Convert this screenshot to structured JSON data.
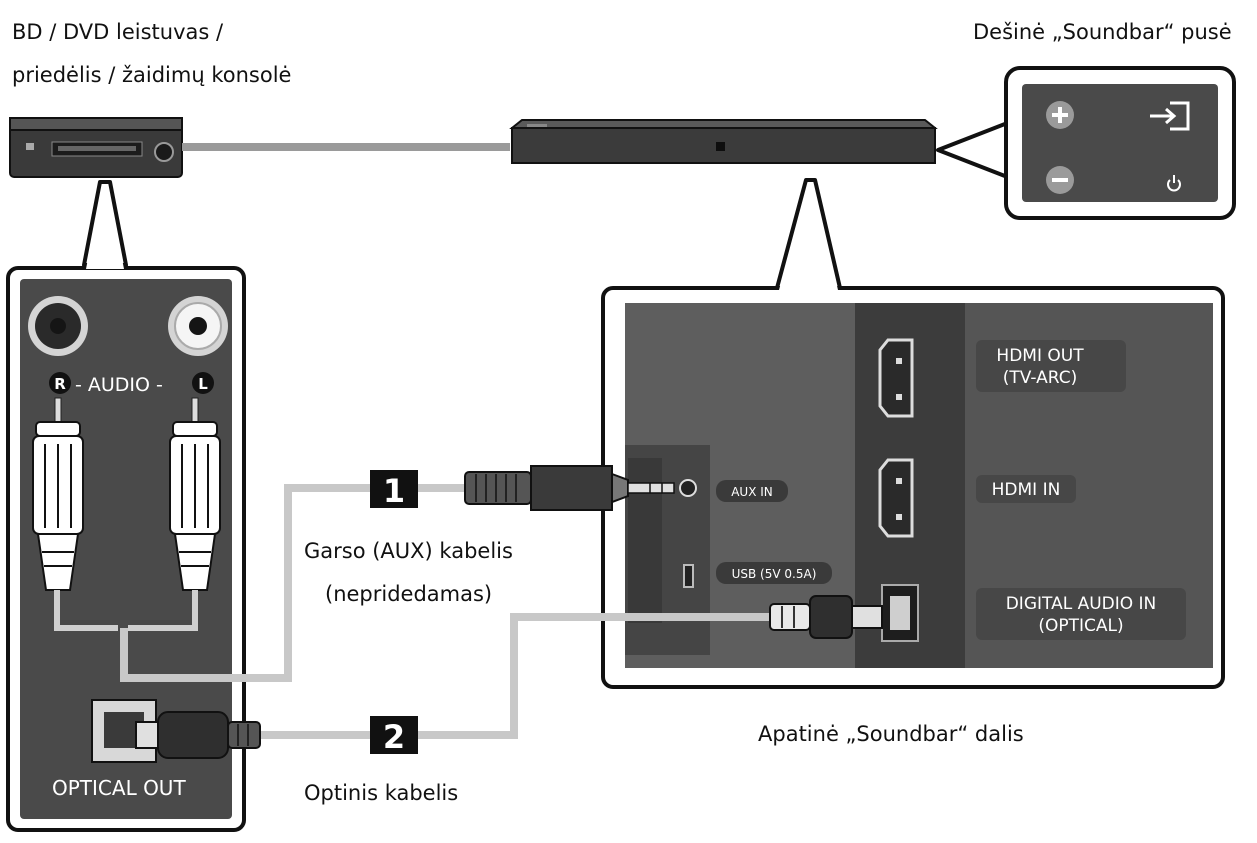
{
  "labels": {
    "source_device": [
      "BD / DVD leistuvas /",
      "priedėlis / žaidimų konsolė"
    ],
    "soundbar_right_side": "Dešinė „Soundbar“ pusė",
    "soundbar_bottom": "Apatinė „Soundbar“ dalis",
    "aux_cable": [
      "Garso (AUX) kabelis",
      "(nepridedamas)"
    ],
    "optical_cable": "Optinis kabelis",
    "step_1": "1",
    "step_2": "2"
  },
  "source_panel": {
    "audio_label": "- AUDIO -",
    "right_channel": "R",
    "left_channel": "L",
    "optical_out": "OPTICAL OUT"
  },
  "soundbar_panel": {
    "hdmi_out": [
      "HDMI OUT",
      "(TV-ARC)"
    ],
    "hdmi_in": "HDMI IN",
    "digital_audio_in": [
      "DIGITAL AUDIO IN",
      "(OPTICAL)"
    ],
    "aux_in": "AUX IN",
    "usb": "USB (5V 0.5A)"
  },
  "side_buttons": [
    "plus-icon",
    "input-source-icon",
    "minus-icon",
    "power-icon"
  ]
}
